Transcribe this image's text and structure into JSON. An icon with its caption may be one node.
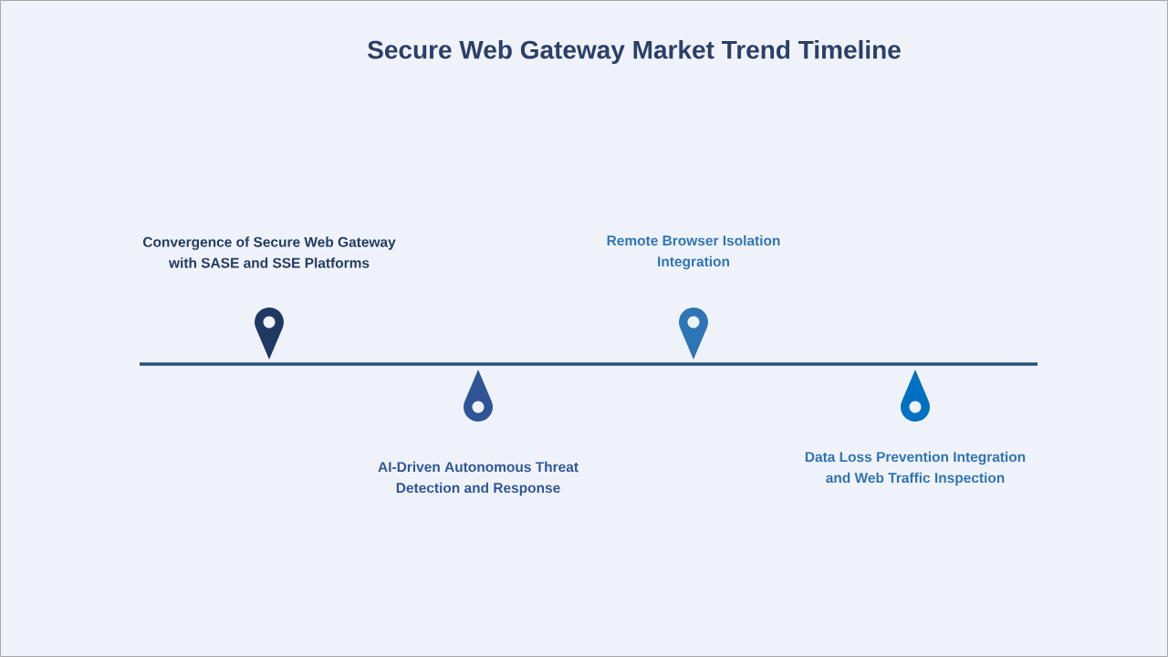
{
  "diagram": {
    "title": "Secure Web Gateway Market Trend Timeline",
    "nodes": [
      {
        "text": [],
        "shape": "pin",
        "beside": [
          "Convergence of Secure Web Gateway with SASE and SSE Platforms"
        ]
      },
      {
        "text": [],
        "shape": "drop",
        "beside": [
          "AI-Driven Autonomous Threat Detection and Response"
        ]
      },
      {
        "text": [],
        "shape": "pin",
        "beside": [
          "Remote Browser Isolation Integration"
        ]
      },
      {
        "text": [],
        "shape": "drop",
        "beside": [
          "Data Loss Prevention Integration and Web Traffic Inspection"
        ]
      }
    ]
  }
}
